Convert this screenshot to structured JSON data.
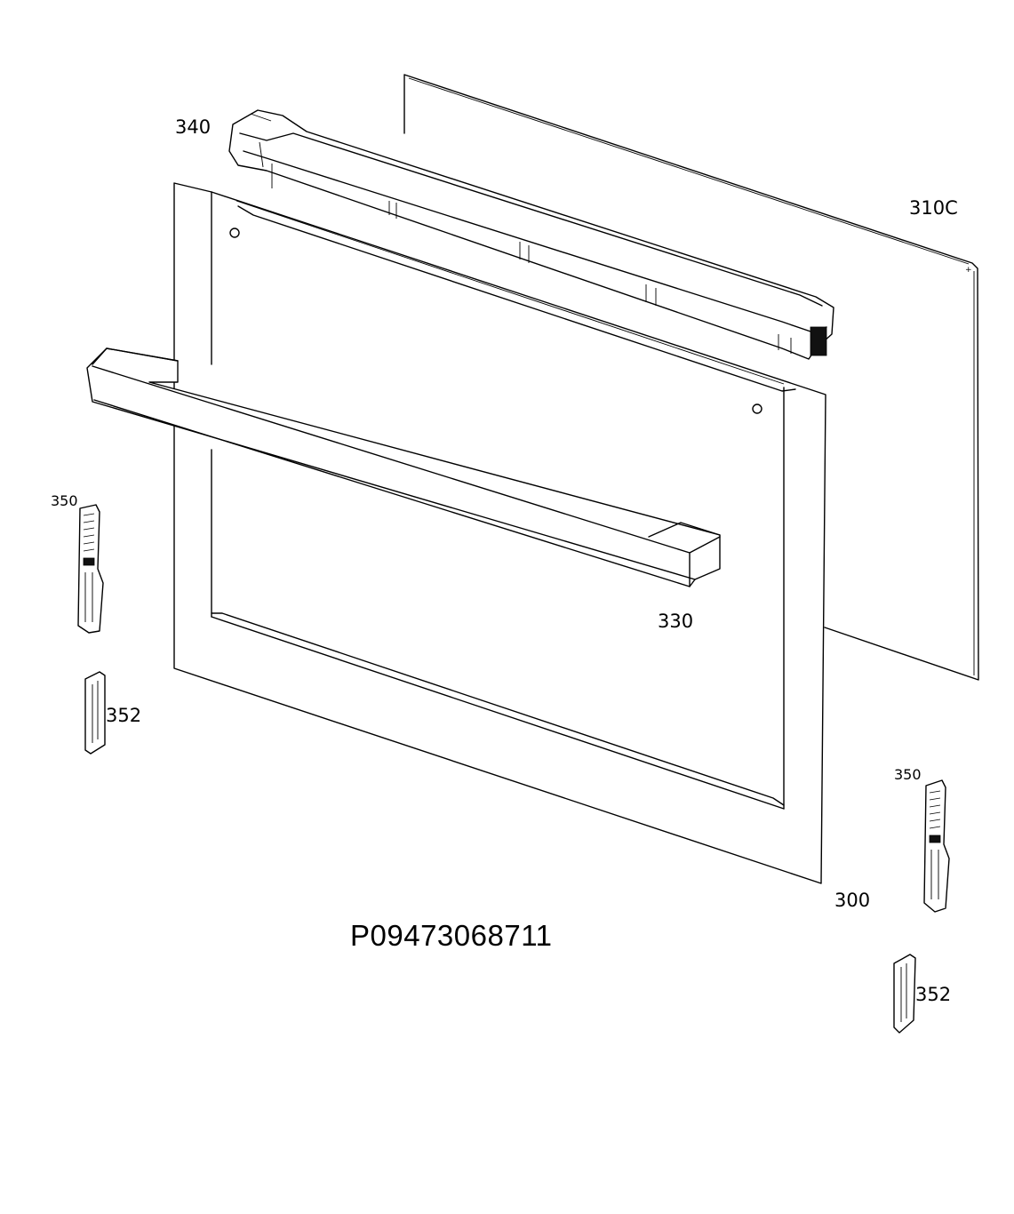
{
  "drawing": {
    "part_code": "P09473068711",
    "parts": [
      {
        "id": "glass_rear",
        "label": "310C"
      },
      {
        "id": "top_profile",
        "label": "340"
      },
      {
        "id": "handle",
        "label": "330"
      },
      {
        "id": "door_frame",
        "label": "300"
      },
      {
        "id": "hinge_left",
        "label": "350"
      },
      {
        "id": "hinge_right",
        "label": "350"
      },
      {
        "id": "hinge_cover_left",
        "label": "352"
      },
      {
        "id": "hinge_cover_right",
        "label": "352"
      }
    ]
  }
}
